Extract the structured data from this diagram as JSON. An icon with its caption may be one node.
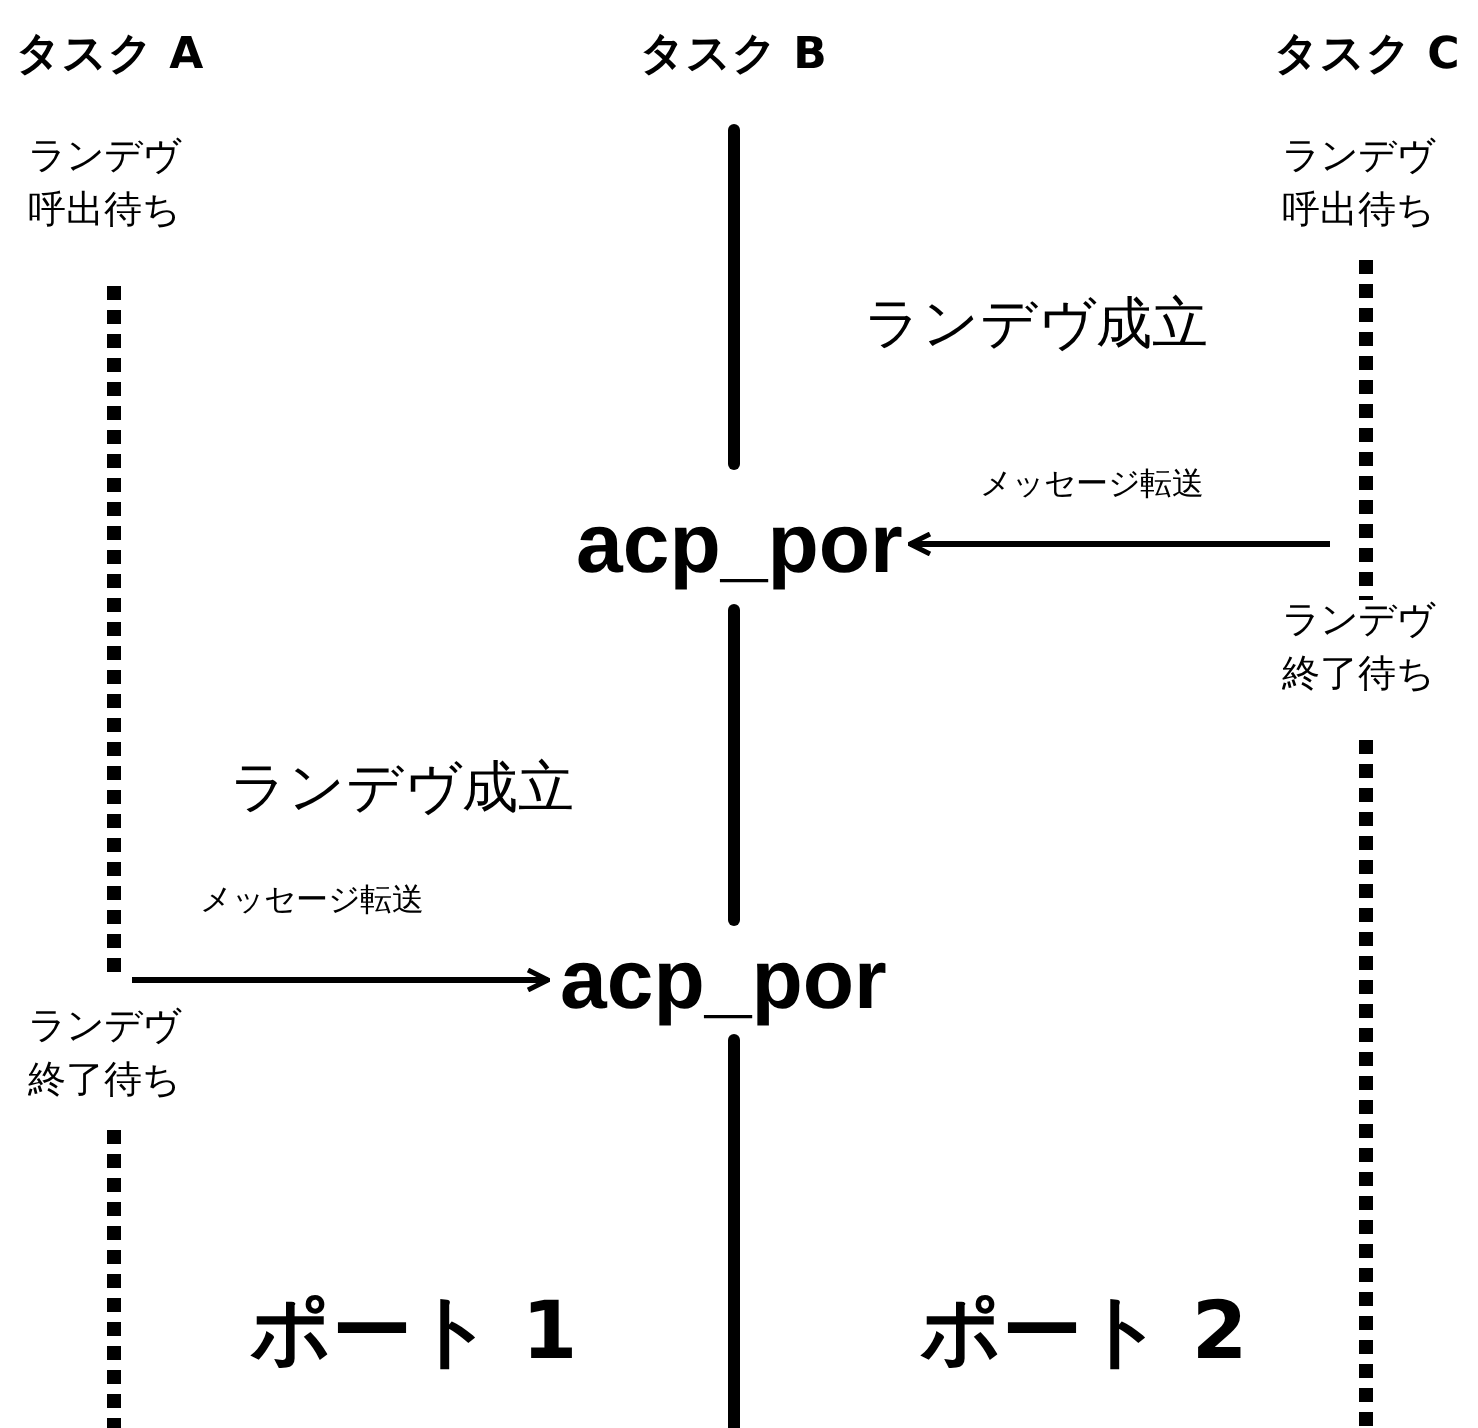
{
  "diagram": {
    "nodes": [
      {
        "text": [
          "acp_por"
        ]
      },
      {
        "text": [
          "acp_por"
        ]
      }
    ],
    "edges": [
      {
        "from": null,
        "to": 0,
        "arrow": "to",
        "label": "メッセージ転送"
      },
      {
        "from": null,
        "to": 1,
        "arrow": "to",
        "label": "メッセージ転送"
      }
    ],
    "labels": [
      "タスク A",
      "タスク B",
      "タスク C",
      "ランデヴ呼出待ち",
      "ランデヴ呼出待ち",
      "ランデヴ成立",
      "ランデヴ終了待ち",
      "ランデヴ成立",
      "ランデヴ終了待ち",
      "ポート 1",
      "ポート 2"
    ]
  }
}
